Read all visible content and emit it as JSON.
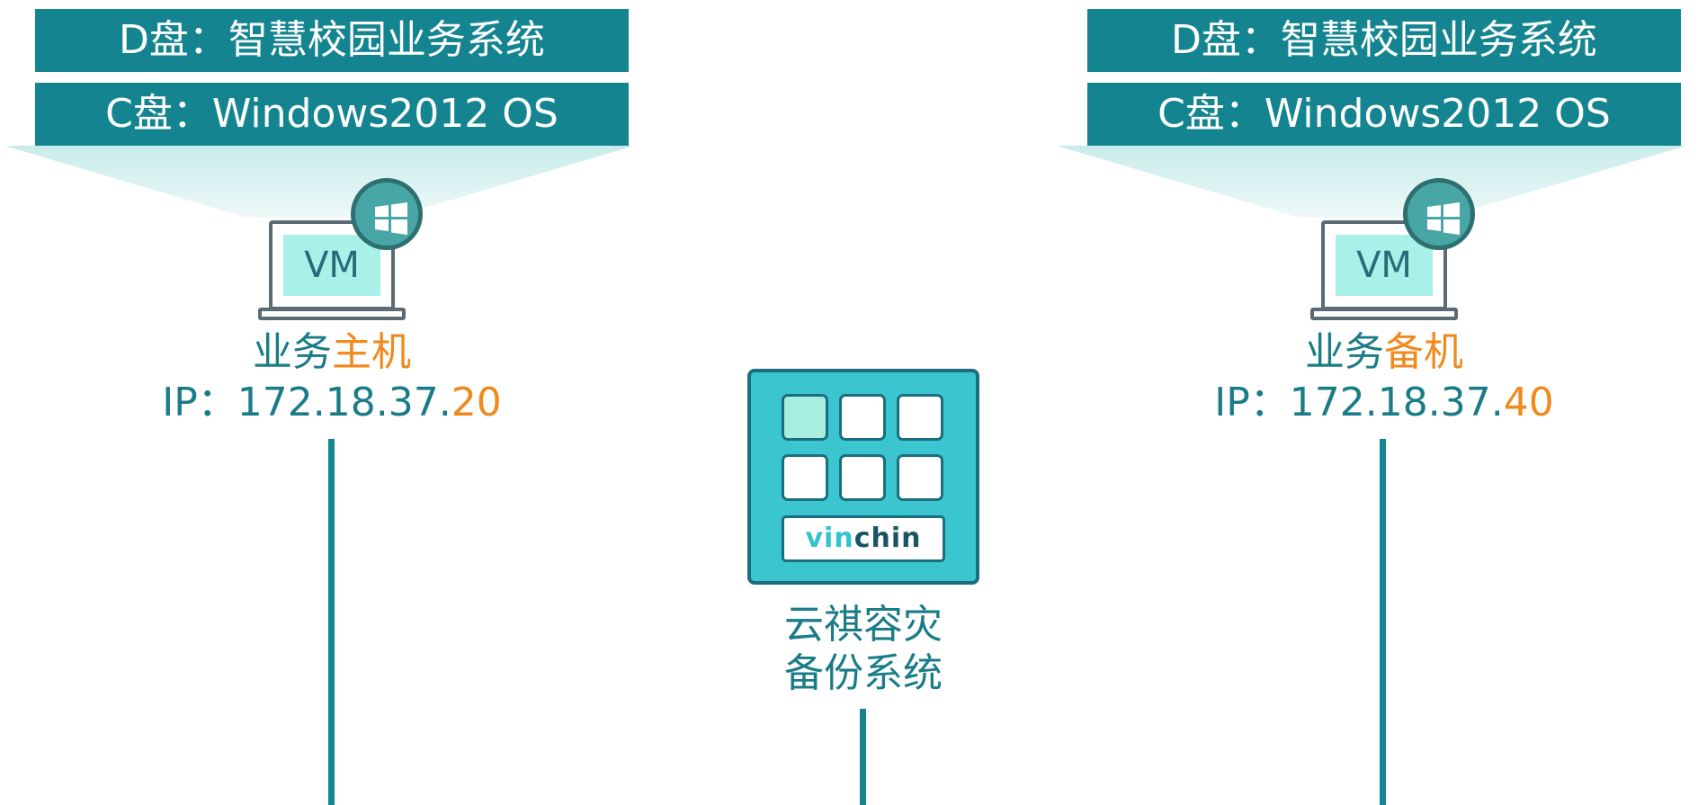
{
  "colors": {
    "banner": "#138490",
    "text_teal": "#1a7c87",
    "accent_orange": "#f08a1e",
    "screen_fill": "#a8f0e8",
    "tile_fill": "#ffffff",
    "tile_highlight": "#a8eede",
    "appliance_fill": "#3bc5cf",
    "badge_fill": "#48a6a6",
    "badge_border": "#2e7070",
    "line": "#138490",
    "vinchin_vin": "#33c3cc",
    "vinchin_chin": "#1a5566"
  },
  "primary": {
    "disk_d": "D盘：智慧校园业务系统",
    "disk_c": "C盘：Windows2012 OS",
    "os_badge_icon": "windows-icon",
    "screen_label": "VM",
    "name_prefix": "业务",
    "name_highlight": "主机",
    "ip_prefix": "IP：172.18.37.",
    "ip_highlight": "20"
  },
  "backup_system": {
    "logo_part1": "vin",
    "logo_part2": "chin",
    "name_line1": "云祺容灾",
    "name_line2": "备份系统"
  },
  "standby": {
    "disk_d": "D盘：智慧校园业务系统",
    "disk_c": "C盘：Windows2012 OS",
    "os_badge_icon": "windows-icon",
    "screen_label": "VM",
    "name_prefix": "业务",
    "name_highlight": "备机",
    "ip_prefix": "IP：172.18.37.",
    "ip_highlight": "40"
  }
}
